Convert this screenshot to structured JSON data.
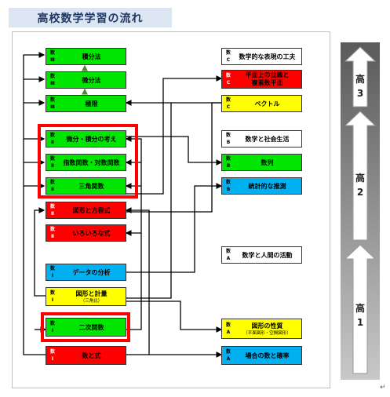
{
  "title": "高校数学学習の流れ",
  "boxes": {
    "sekibun": {
      "tag1": "数",
      "tag2": "Ⅲ",
      "label": "積分法"
    },
    "bibun": {
      "tag1": "数",
      "tag2": "Ⅲ",
      "label": "微分法"
    },
    "kyokugen": {
      "tag1": "数",
      "tag2": "Ⅲ",
      "label": "極限"
    },
    "bibun_sekibun_kangae": {
      "tag1": "数",
      "tag2": "Ⅱ",
      "label": "微分・積分の考え"
    },
    "shisu_taisu": {
      "tag1": "数",
      "tag2": "Ⅱ",
      "label": "指数関数・対数関数"
    },
    "sankaku": {
      "tag1": "数",
      "tag2": "Ⅱ",
      "label": "三角関数"
    },
    "zukei_hoteishiki": {
      "tag1": "数",
      "tag2": "Ⅱ",
      "label": "図形と方程式"
    },
    "iroirona_shiki": {
      "tag1": "数",
      "tag2": "Ⅱ",
      "label": "いろいろな式"
    },
    "data_bunseki": {
      "tag1": "数",
      "tag2": "Ⅰ",
      "label": "データの分析"
    },
    "zukei_keiryo": {
      "tag1": "数",
      "tag2": "Ⅰ",
      "label": "図形と計量",
      "sub": "（三角比）"
    },
    "niji_kansu": {
      "tag1": "数",
      "tag2": "Ⅰ",
      "label": "二次関数"
    },
    "su_to_shiki": {
      "tag1": "数",
      "tag2": "Ⅰ",
      "label": "数と式"
    },
    "hyogen_kufu": {
      "tag1": "数",
      "tag2": "C",
      "label": "数学的な表現の工夫"
    },
    "heimen_kyokusen": {
      "tag1": "数",
      "tag2": "C",
      "label": "平面上の曲線と",
      "label2": "複素数平面"
    },
    "vector": {
      "tag1": "数",
      "tag2": "C",
      "label": "ベクトル"
    },
    "shakai_seikatsu": {
      "tag1": "数",
      "tag2": "B",
      "label": "数学と社会生活"
    },
    "suretsu": {
      "tag1": "数",
      "tag2": "B",
      "label": "数列"
    },
    "tokei_suisoku": {
      "tag1": "数",
      "tag2": "B",
      "label": "統計的な推測"
    },
    "ningen_katsudo": {
      "tag1": "数",
      "tag2": "A",
      "label": "数学と人間の活動"
    },
    "zukei_seishitsu": {
      "tag1": "数",
      "tag2": "A",
      "label": "図形の性質",
      "sub": "（平面図形・空間図形）"
    },
    "baai_kakuritsu": {
      "tag1": "数",
      "tag2": "A",
      "label": "場合の数と確率"
    }
  },
  "grades": {
    "g3": {
      "line1": "高",
      "line2": "3"
    },
    "g2": {
      "line1": "高",
      "line2": "2"
    },
    "g1": {
      "line1": "高",
      "line2": "1"
    }
  },
  "return_mark": "↵"
}
